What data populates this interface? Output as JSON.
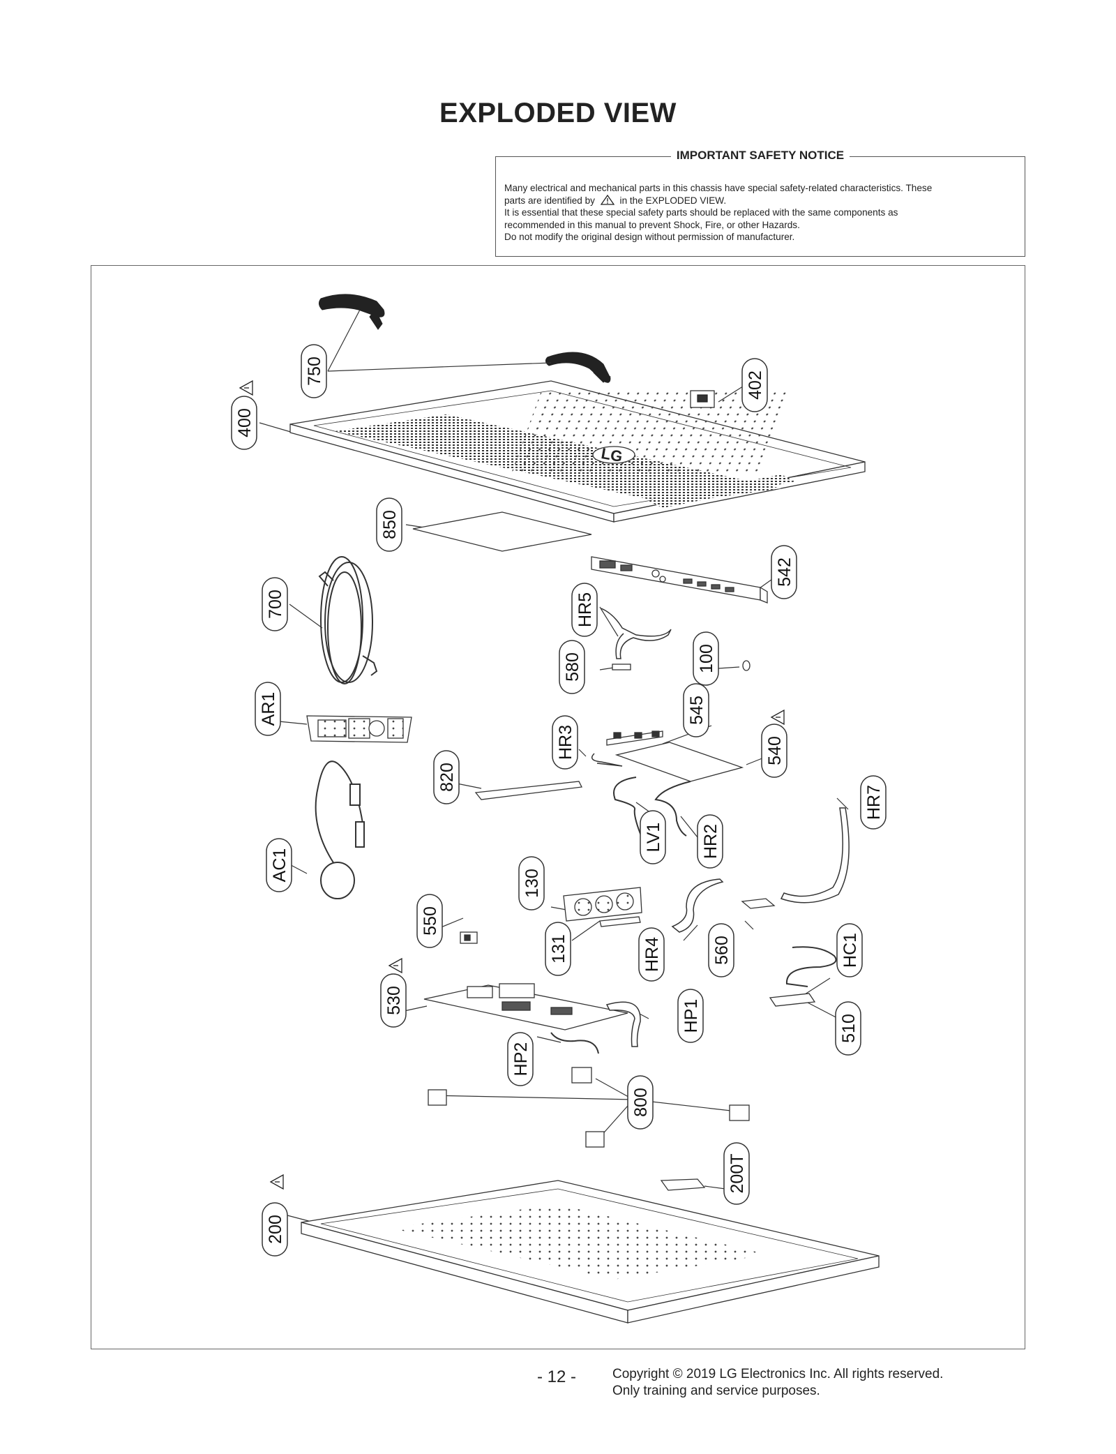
{
  "page_title": "EXPLODED VIEW",
  "notice": {
    "title": "IMPORTANT SAFETY NOTICE",
    "line1": "Many electrical and mechanical parts in this chassis have special safety-related characteristics. These",
    "line2_pre": "parts are identified by",
    "line2_post": "in the EXPLODED VIEW.",
    "line3": "It is essential that these special safety parts should be replaced with the same components as",
    "line4": "recommended in this manual to prevent Shock, Fire, or other Hazards.",
    "line5": "Do not modify the original design without permission of manufacturer."
  },
  "callouts": {
    "c750": "750",
    "c400": "400",
    "c402": "402",
    "c850": "850",
    "c542": "542",
    "c700": "700",
    "cHR5": "HR5",
    "c580": "580",
    "c100": "100",
    "cAR1": "AR1",
    "c545": "545",
    "cHR3": "HR3",
    "c540": "540",
    "c820": "820",
    "cLV1": "LV1",
    "cHR2": "HR2",
    "cHR7": "HR7",
    "cAC1": "AC1",
    "c130": "130",
    "c550": "550",
    "c131": "131",
    "cHR4": "HR4",
    "c560": "560",
    "cHC1": "HC1",
    "c530": "530",
    "cHP1": "HP1",
    "c510": "510",
    "cHP2": "HP2",
    "c800": "800",
    "c200T": "200T",
    "c200": "200"
  },
  "logo_text": "LG",
  "footer": {
    "page_number": "- 12 -",
    "copyright": "Copyright © 2019 LG Electronics Inc. All rights reserved.",
    "usage": "Only training and service purposes."
  }
}
